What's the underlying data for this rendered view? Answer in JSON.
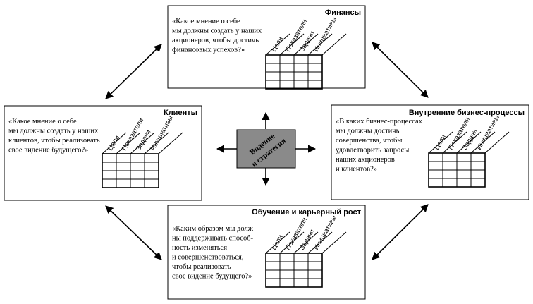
{
  "columns": [
    "Цели",
    "Показатели",
    "Задачи",
    "Инициативы"
  ],
  "center": {
    "line1": "Видение",
    "line2": "и стратегия"
  },
  "perspectives": [
    {
      "key": "finance",
      "title": "Финансы",
      "question": [
        "«Какое мнение о себе",
        "мы должны создать у наших",
        "акционеров, чтобы достичь",
        "финансовых успехов?»"
      ]
    },
    {
      "key": "clients",
      "title": "Клиенты",
      "question": [
        "«Какое мнение о себе",
        "мы должны создать у наших",
        "клиентов, чтобы реализовать",
        "свое видение будущего?»"
      ]
    },
    {
      "key": "internal",
      "title": "Внутренние бизнес-процессы",
      "question": [
        "«В каких бизнес-процессах",
        "мы должны достичь",
        "совершенства, чтобы",
        "удовлетворить запросы",
        "наших акционеров",
        "и клиентов?»"
      ]
    },
    {
      "key": "learning",
      "title": "Обучение и карьерный рост",
      "question": [
        "«Каким образом мы долж-",
        "ны поддерживать способ-",
        "ность изменяться",
        "и совершенствоваться,",
        "чтобы реализовать",
        "свое видение будущего?»"
      ]
    }
  ]
}
